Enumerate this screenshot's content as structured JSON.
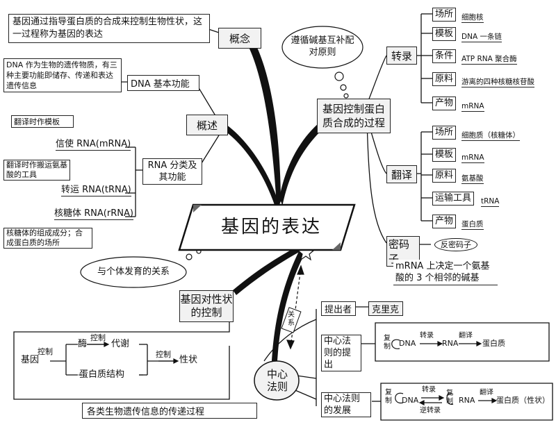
{
  "center": "基因的表达",
  "concept": {
    "title": "概念",
    "definition": "基因通过指导蛋白质的合成来控制生物性状，这一过程称为基因的表达"
  },
  "overview": {
    "title": "概述",
    "dna_function": "DNA 基本功能",
    "dna_note": "DNA 作为生物的遗传物质，有三种主要功能即储存、传递和表达遗传信息",
    "rna_title": "RNA 分类及其功能",
    "mrna_note": "翻译时作模板",
    "mrna": "信使 RNA(mRNA)",
    "trna_note": "翻译时作搬运氨基酸的工具",
    "trna": "转运 RNA(tRNA)",
    "rrna": "核糖体 RNA(rRNA)",
    "rrna_note": "核糖体的组成成分；合成蛋白质的场所"
  },
  "process": {
    "title": "基因控制蛋白质合成的过程",
    "bubble": "遵循碱基互补配对原则",
    "transcription": {
      "title": "转录",
      "rows": [
        {
          "k": "场所",
          "v": "细胞核"
        },
        {
          "k": "模板",
          "v": "DNA 一条链"
        },
        {
          "k": "条件",
          "v": "ATP  RNA 聚合酶"
        },
        {
          "k": "原料",
          "v": "游离的四种核糖核苷酸"
        },
        {
          "k": "产物",
          "v": "mRNA"
        }
      ]
    },
    "translation": {
      "title": "翻译",
      "rows": [
        {
          "k": "场所",
          "v": "细胞质（核糖体）"
        },
        {
          "k": "模板",
          "v": "mRNA"
        },
        {
          "k": "原料",
          "v": "氨基酸"
        },
        {
          "k": "运输工具",
          "v": "tRNA"
        },
        {
          "k": "产物",
          "v": "蛋白质"
        }
      ]
    },
    "codon": "密码子",
    "anticodon": "反密码子",
    "codon_def": "mRNA 上决定一个氨基酸的 3 个相邻的碱基"
  },
  "trait": {
    "bubble": "与个体发育的关系",
    "title": "基因对性状的控制",
    "gene": "基因",
    "control1": "控制",
    "control2": "控制",
    "enzyme": "酶",
    "metabolism": "代谢",
    "protein": "蛋白质结构",
    "control3": "控制",
    "trait": "性状"
  },
  "dogma": {
    "title": "中心法则",
    "relation": "关系",
    "desc": "各类生物遗传信息的传递过程",
    "proposer_label": "提出者",
    "proposer": "克里克",
    "proposal": "中心法则的提出",
    "development": "中心法则的发展",
    "flow1": {
      "rep": "复制",
      "dna": "DNA",
      "tr": "转录",
      "rna": "RNA",
      "tl": "翻译",
      "prot": "蛋白质"
    },
    "flow2": {
      "rep1": "复制",
      "dna": "DNA",
      "tr": "转录",
      "rtr": "逆转录",
      "rep2": "复制",
      "rna": "RNA",
      "tl": "翻译",
      "prot": "蛋白质（性状）"
    }
  }
}
